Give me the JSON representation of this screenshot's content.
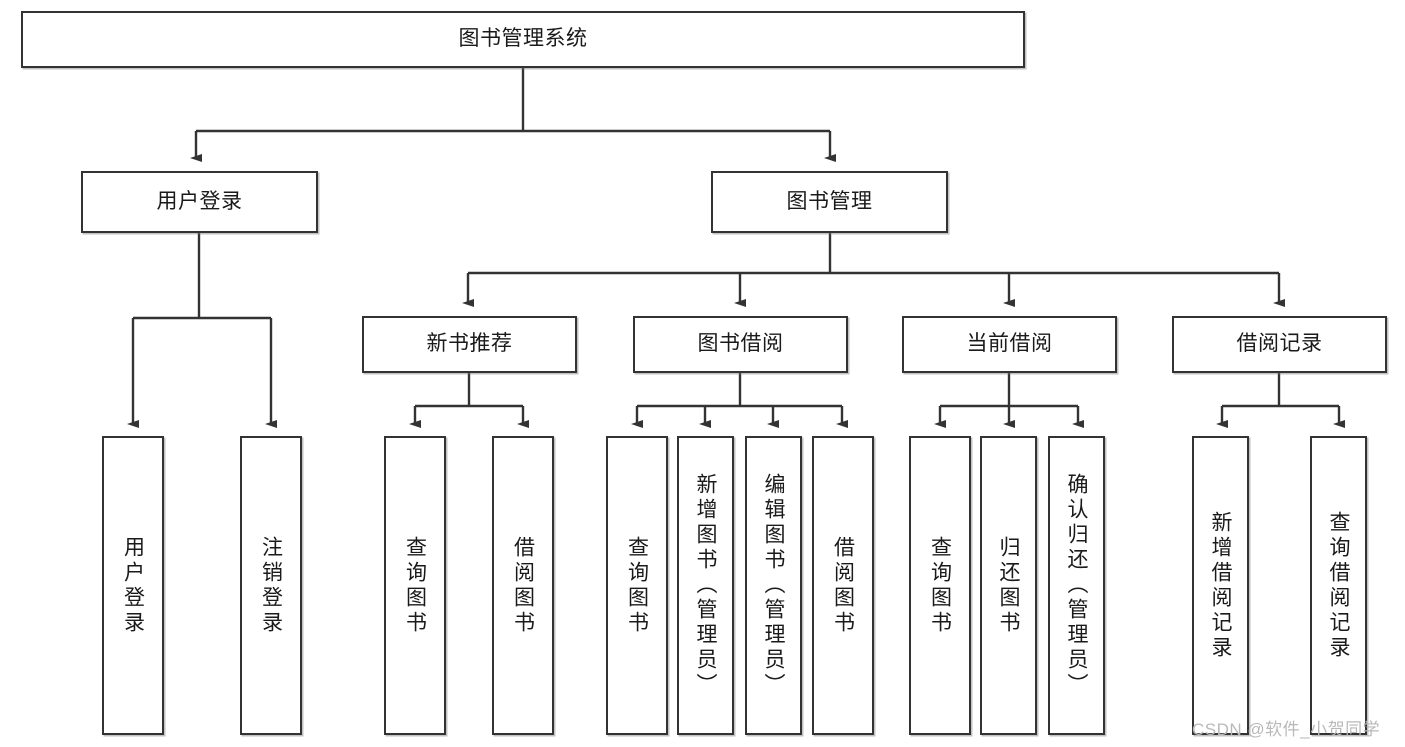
{
  "diagram": {
    "title": "图书管理系统",
    "watermark": "CSDN @软件_小贺同学",
    "stroke_color": "#333333",
    "text_color": "#1a1a1a",
    "background_color": "#ffffff",
    "nodes": {
      "root": "图书管理系统",
      "user_login": "用户登录",
      "book_manage": "图书管理",
      "new_book_rec": "新书推荐",
      "book_borrow": "图书借阅",
      "current_borrow": "当前借阅",
      "borrow_record": "借阅记录",
      "leaf_user_login": "用户登录",
      "leaf_user_logout": "注销登录",
      "leaf_rec_query": "查询图书",
      "leaf_rec_borrow": "借阅图书",
      "leaf_borrow_query": "查询图书",
      "leaf_borrow_add": "新增图书（管理员）",
      "leaf_borrow_edit": "编辑图书（管理员）",
      "leaf_borrow_borrow": "借阅图书",
      "leaf_cur_query": "查询图书",
      "leaf_cur_return": "归还图书",
      "leaf_cur_confirm": "确认归还（管理员）",
      "leaf_rec_add": "新增借阅记录",
      "leaf_rec_query2": "查询借阅记录"
    }
  }
}
